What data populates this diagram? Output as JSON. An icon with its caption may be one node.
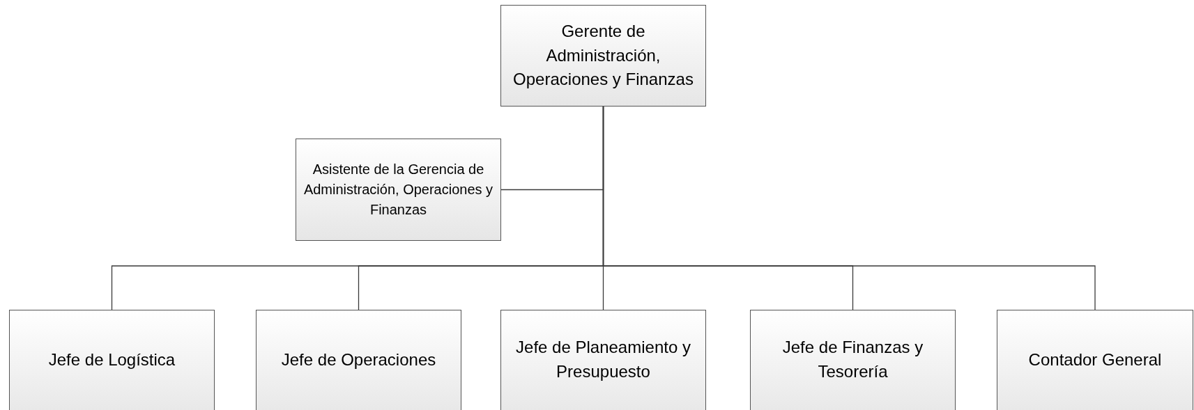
{
  "diagram": {
    "nodes": [
      {
        "text": [
          "Gerente de Administración, Operaciones y Finanzas"
        ]
      },
      {
        "text": [
          "Asistente de la Gerencia de Administración, Operaciones y Finanzas"
        ]
      },
      {
        "text": [
          "Jefe de Logística"
        ]
      },
      {
        "text": [
          "Jefe de Operaciones"
        ]
      },
      {
        "text": [
          "Jefe de Planeamiento y Presupuesto"
        ]
      },
      {
        "text": [
          "Jefe de Finanzas y Tesorería"
        ]
      },
      {
        "text": [
          "Contador General"
        ]
      }
    ],
    "edges": [
      {
        "from": 0,
        "to": 1,
        "arrow": "none"
      },
      {
        "from": 0,
        "to": 2,
        "arrow": "none"
      },
      {
        "from": 0,
        "to": 3,
        "arrow": "none"
      },
      {
        "from": 0,
        "to": 4,
        "arrow": "none"
      },
      {
        "from": 0,
        "to": 5,
        "arrow": "none"
      },
      {
        "from": 0,
        "to": 6,
        "arrow": "none"
      }
    ]
  }
}
